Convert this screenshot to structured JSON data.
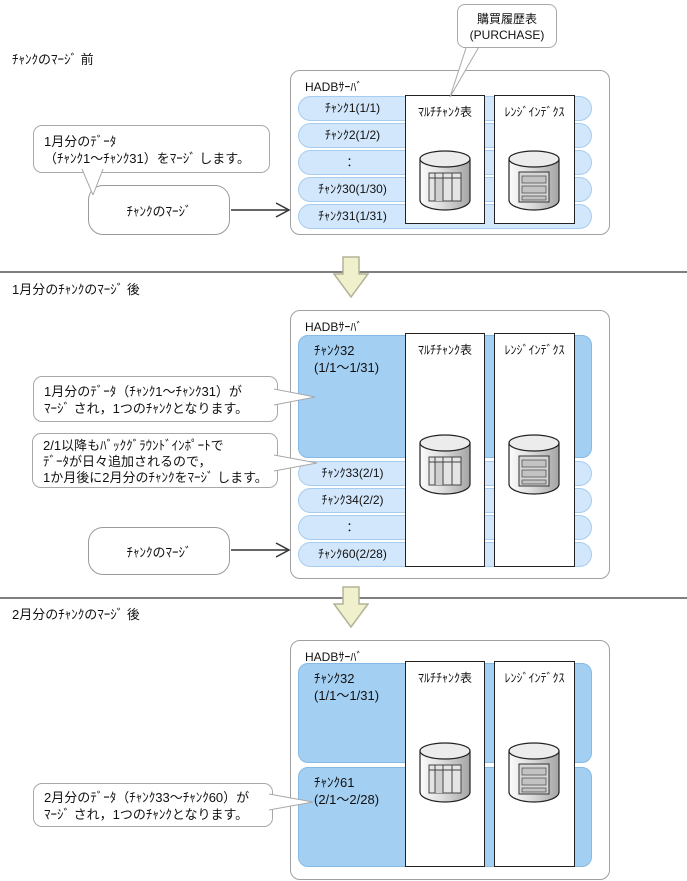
{
  "diagram_title": "HADB chunk merge flow",
  "colors": {
    "pill_fill": "#d2e7fb",
    "pill_border": "#a6cdef",
    "merged_chunk_fill": "#a3cff2",
    "merged_chunk_border": "#86b9e4",
    "server_border": "#a0a0a0",
    "separator": "#7f7f7f",
    "down_arrow_fill": "#f0f0cc",
    "down_arrow_border": "#b2b296",
    "cylinder_stroke": "#222222"
  },
  "callout": {
    "line1": "購買履歴表",
    "line2": "(PURCHASE)"
  },
  "sections": [
    {
      "title": "ﾁｬﾝｸのﾏｰｼﾞ 前",
      "bubble": {
        "lines": [
          "1月分のﾃﾞｰﾀ",
          "（ﾁｬﾝｸ1～ﾁｬﾝｸ31）をﾏｰｼﾞ します。"
        ]
      },
      "action_label": "ﾁｬﾝｸのﾏｰｼﾞ",
      "server_label": "HADBｻｰﾊﾞ",
      "table_label": "ﾏﾙﾁﾁｬﾝｸ表",
      "index_label": "ﾚﾝｼﾞｲﾝﾃﾞｸｽ",
      "pills": [
        "ﾁｬﾝｸ1(1/1)",
        "ﾁｬﾝｸ2(1/2)",
        "：",
        "ﾁｬﾝｸ30(1/30)",
        "ﾁｬﾝｸ31(1/31)"
      ]
    },
    {
      "title": "1月分のﾁｬﾝｸのﾏｰｼﾞ 後",
      "chunk": {
        "line1": "ﾁｬﾝｸ32",
        "line2": "(1/1～1/31)"
      },
      "bubbles": [
        {
          "lines": [
            "1月分のﾃﾞｰﾀ（ﾁｬﾝｸ1～ﾁｬﾝｸ31）が",
            "ﾏｰｼﾞ され，1つのﾁｬﾝｸとなります。"
          ]
        },
        {
          "lines": [
            "2/1以降もﾊﾞｯｸｸﾞﾗｳﾝﾄﾞｲﾝﾎﾟｰﾄで",
            "ﾃﾞｰﾀが日々追加されるので，",
            "1か月後に2月分のﾁｬﾝｸをﾏｰｼﾞ します。"
          ]
        }
      ],
      "action_label": "ﾁｬﾝｸのﾏｰｼﾞ",
      "server_label": "HADBｻｰﾊﾞ",
      "table_label": "ﾏﾙﾁﾁｬﾝｸ表",
      "index_label": "ﾚﾝｼﾞｲﾝﾃﾞｸｽ",
      "pills": [
        "ﾁｬﾝｸ33(2/1)",
        "ﾁｬﾝｸ34(2/2)",
        "：",
        "ﾁｬﾝｸ60(2/28)"
      ]
    },
    {
      "title": "2月分のﾁｬﾝｸのﾏｰｼﾞ 後",
      "chunks": [
        {
          "line1": "ﾁｬﾝｸ32",
          "line2": "(1/1～1/31)"
        },
        {
          "line1": "ﾁｬﾝｸ61",
          "line2": "(2/1～2/28)"
        }
      ],
      "bubble": {
        "lines": [
          "2月分のﾃﾞｰﾀ（ﾁｬﾝｸ33～ﾁｬﾝｸ60）が",
          "ﾏｰｼﾞ され，1つのﾁｬﾝｸとなります。"
        ]
      },
      "server_label": "HADBｻｰﾊﾞ",
      "table_label": "ﾏﾙﾁﾁｬﾝｸ表",
      "index_label": "ﾚﾝｼﾞｲﾝﾃﾞｸｽ"
    }
  ]
}
